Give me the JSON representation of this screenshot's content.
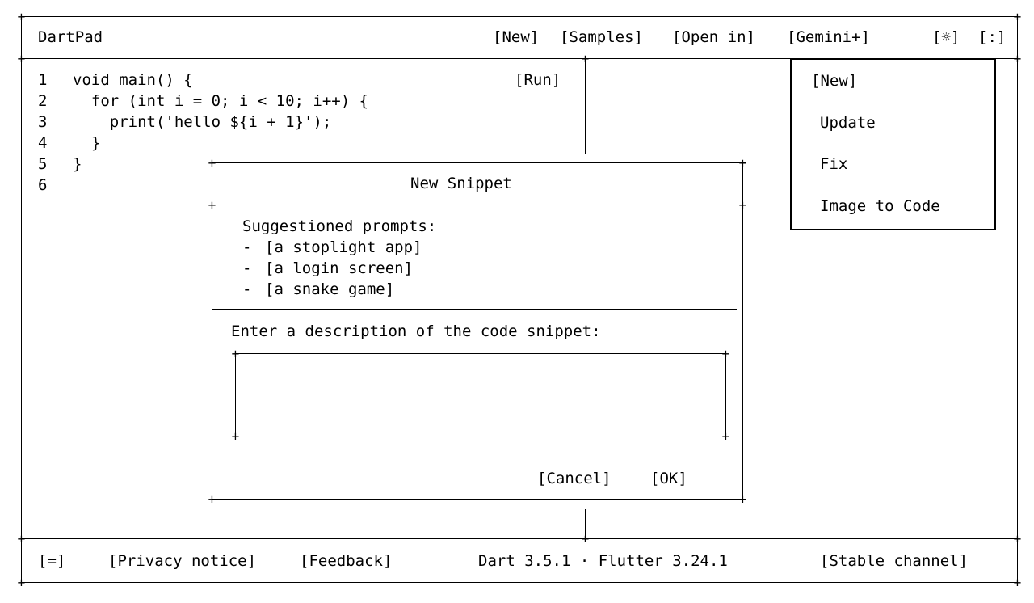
{
  "app": {
    "title": "DartPad"
  },
  "toolbar": {
    "new_label": "[New]",
    "samples_label": "[Samples]",
    "open_in_label": "[Open in]",
    "gemini_label": "[Gemini+]",
    "theme_label": "[☼]",
    "more_label": "[:]"
  },
  "editor": {
    "run_label": "[Run]",
    "lines": [
      {
        "num": "1",
        "code": "void main() {"
      },
      {
        "num": "2",
        "code": "  for (int i = 0; i < 10; i++) {"
      },
      {
        "num": "3",
        "code": "    print('hello ${i + 1}');"
      },
      {
        "num": "4",
        "code": "  }"
      },
      {
        "num": "5",
        "code": "}"
      },
      {
        "num": "6",
        "code": ""
      }
    ]
  },
  "gemini_menu": {
    "items": [
      "[New]",
      "Update",
      "Fix",
      "Image to Code"
    ]
  },
  "dialog": {
    "title": "New Snippet",
    "suggestions_heading": "Suggestioned prompts:",
    "suggestions": [
      "[a stoplight app]",
      "[a login screen]",
      "[a snake game]"
    ],
    "suggestion_bullet": "-",
    "description_label": "Enter a description of the code snippet:",
    "description_value": "",
    "cancel_label": "[Cancel]",
    "ok_label": "[OK]"
  },
  "footer": {
    "menu_label": "[=]",
    "privacy_label": "[Privacy notice]",
    "feedback_label": "[Feedback]",
    "version_text": "Dart 3.5.1 · Flutter 3.24.1",
    "channel_label": "[Stable channel]"
  }
}
